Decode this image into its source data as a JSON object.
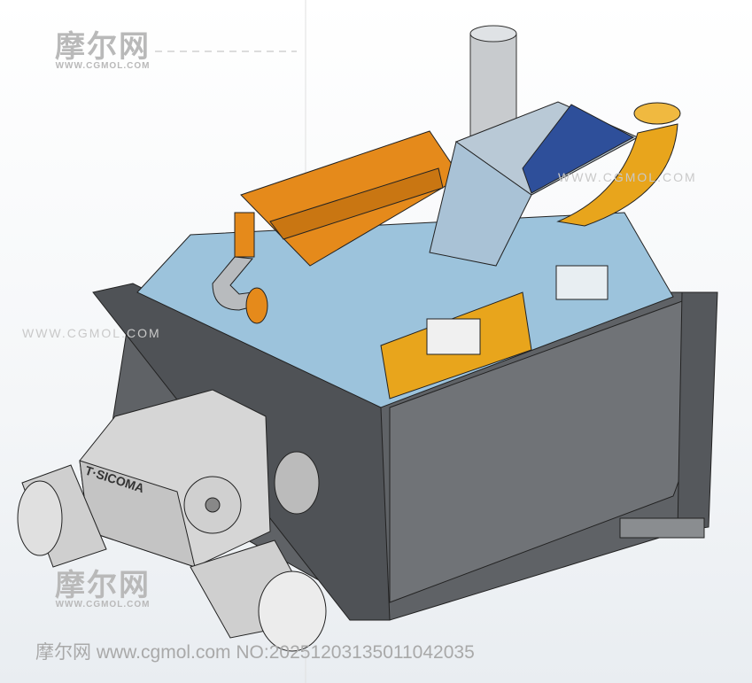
{
  "watermark": {
    "logo_cn": "摩尔网",
    "logo_url": "WWW.CGMOL.COM",
    "side_text": "WWW.CGMOL.COM"
  },
  "footer": {
    "site_cn": "摩尔网",
    "site_url": "www.cgmol.com",
    "id_label": "NO:",
    "id_value": "20251203135011042035"
  },
  "colors": {
    "hood": "#9cc3dc",
    "frame": "#5f6266",
    "trough": "#6c6f73",
    "orange": "#e58a1b",
    "yellow": "#e8a51c",
    "blue": "#2e4f9a",
    "motor": "#d8d8d8"
  }
}
